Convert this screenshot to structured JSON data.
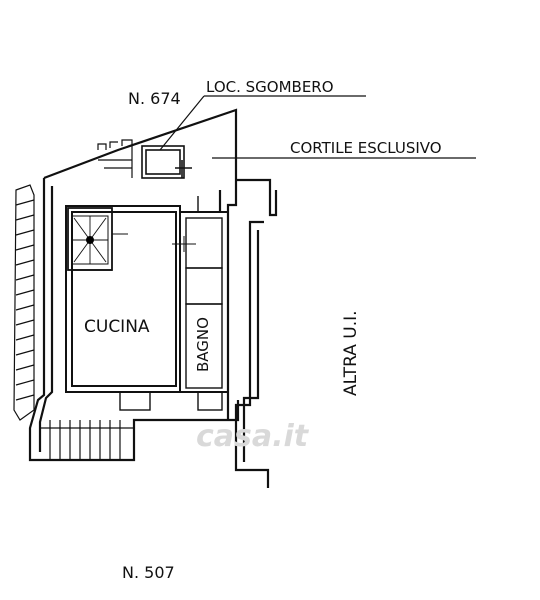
{
  "plan": {
    "labels": {
      "parcel_top": "N. 674",
      "loc_sgombero": "LOC. SGOMBERO",
      "cortile": "CORTILE ESCLUSIVO",
      "cucina": "CUCINA",
      "bagno": "BAGNO",
      "altra": "ALTRA U.I.",
      "parcel_bottom": "N. 507"
    },
    "watermark": {
      "text": "casa.it"
    },
    "colors": {
      "ink": "#111111",
      "watermark": "#d9d9d9",
      "background": "#ffffff"
    }
  }
}
